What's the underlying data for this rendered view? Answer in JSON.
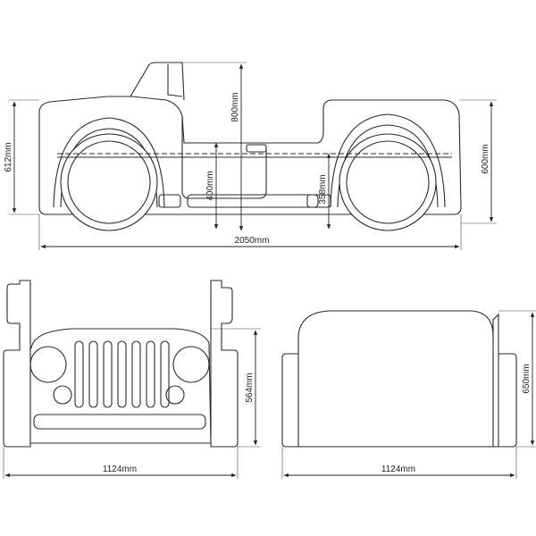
{
  "dimensions": {
    "side_overall_height": "612mm",
    "side_cab_height": "800mm",
    "side_rear_height": "600mm",
    "side_front_seat_height": "400mm",
    "side_rear_seat_height": "358mm",
    "side_length": "2050mm",
    "front_width": "1124mm",
    "front_height": "564mm",
    "rear_width": "1124mm",
    "rear_height": "650mm"
  }
}
